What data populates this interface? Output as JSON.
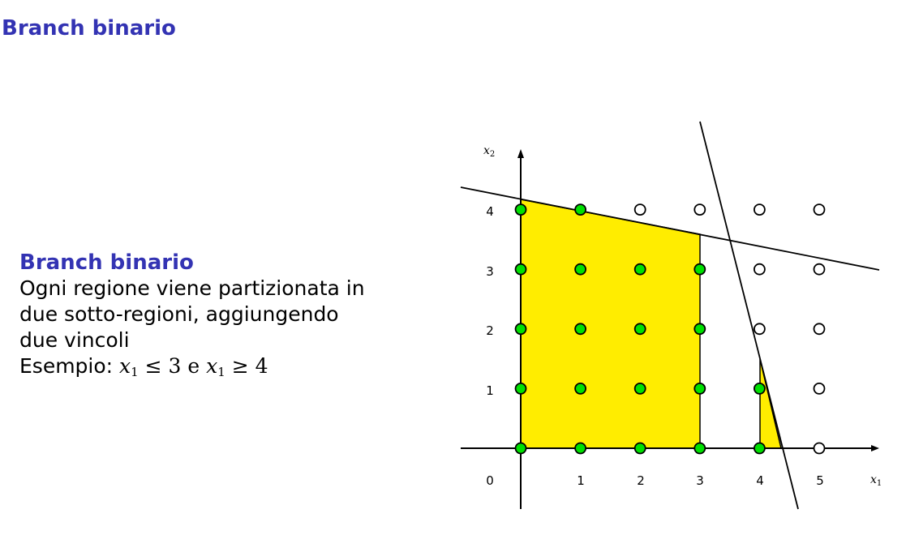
{
  "slide": {
    "title": "Branch binario"
  },
  "block": {
    "title": "Branch binario",
    "lines": [
      "Ogni regione viene partizionata in",
      "due sotto-regioni, aggiungendo",
      "due vincoli"
    ],
    "example_prefix": "Esempio:",
    "example_var": "x",
    "example_sub": "1",
    "example_rel1": "≤ 3 e",
    "example_rel2": "≥ 4"
  },
  "figure": {
    "x_axis_label": "x",
    "x_axis_sub": "1",
    "y_axis_label": "x",
    "y_axis_sub": "2",
    "x_ticks": [
      "0",
      "1",
      "2",
      "3",
      "4",
      "5"
    ],
    "y_ticks": [
      "1",
      "2",
      "3",
      "4"
    ],
    "feasible_color": "#ffed00",
    "feasible_point_color": "#00e000",
    "infeasible_point_color": "#ffffff",
    "feasible_points": [
      [
        0,
        0
      ],
      [
        1,
        0
      ],
      [
        2,
        0
      ],
      [
        3,
        0
      ],
      [
        4,
        0
      ],
      [
        0,
        1
      ],
      [
        1,
        1
      ],
      [
        2,
        1
      ],
      [
        3,
        1
      ],
      [
        4,
        1
      ],
      [
        0,
        2
      ],
      [
        1,
        2
      ],
      [
        2,
        2
      ],
      [
        3,
        2
      ],
      [
        0,
        3
      ],
      [
        1,
        3
      ],
      [
        2,
        3
      ],
      [
        3,
        3
      ],
      [
        0,
        4
      ],
      [
        1,
        4
      ]
    ],
    "infeasible_points": [
      [
        5,
        0
      ],
      [
        5,
        1
      ],
      [
        4,
        2
      ],
      [
        5,
        2
      ],
      [
        4,
        3
      ],
      [
        5,
        3
      ],
      [
        2,
        4
      ],
      [
        3,
        4
      ],
      [
        4,
        4
      ],
      [
        5,
        4
      ]
    ]
  }
}
